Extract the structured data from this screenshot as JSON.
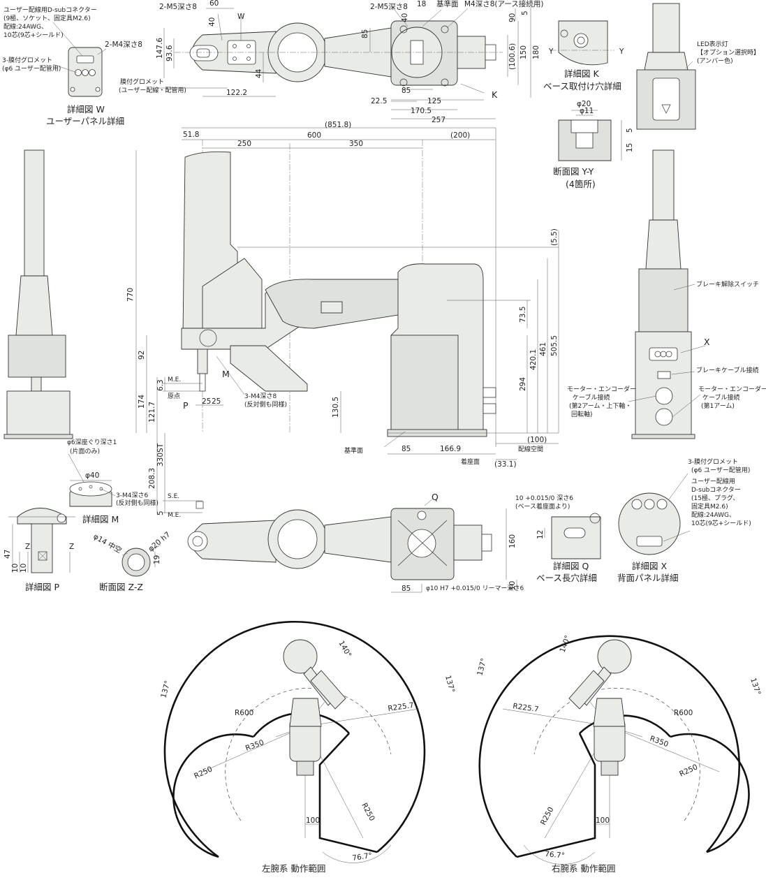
{
  "detail_w": {
    "callout_dsub": "ユーザー配線用D-subコネクター",
    "callout_dsub_spec1": "(9極、ソケット、固定具M2.6)",
    "callout_dsub_spec2": "配線:24AWG、",
    "callout_dsub_spec3": "10芯(9芯+シールド)",
    "callout_grommet": "3-膜付グロメット",
    "callout_grommet_spec": "(φ6 ユーザー配管用)",
    "callout_m4": "2-M4深さ8",
    "title": "詳細図 W",
    "subtitle": "ユーザーパネル詳細"
  },
  "top_view": {
    "label_w": "W",
    "label_k": "K",
    "m5_left": "2-M5深さ8",
    "m5_right": "2-M5深さ8",
    "ref_surface": "基準面",
    "m4_ground": "M4深さ8(アース接続用)",
    "grommet": "膜付グロメット",
    "grommet_spec": "(ユーザー配線・配管用)",
    "dims": {
      "d60": "60",
      "d40a": "40",
      "d147_6": "147.6",
      "d93_6": "93.6",
      "d44": "44",
      "d122_2": "122.2",
      "d85a": "85",
      "d40b": "40",
      "d18": "18",
      "d90": "90",
      "d5a": "5",
      "d150": "150",
      "d180": "180",
      "d100_6": "(100.6)",
      "d22_5": "22.5",
      "d85b": "85",
      "d125": "125",
      "d170_5": "170.5",
      "d257": "257"
    }
  },
  "detail_k": {
    "y_left": "Y",
    "y_right": "Y",
    "title": "詳細図 K",
    "subtitle": "ベース取付け穴詳細"
  },
  "section_yy": {
    "phi20": "φ20",
    "phi11": "φ11",
    "d5": "5",
    "d15": "15",
    "title": "断面図 Y-Y",
    "subtitle": "(4箇所)"
  },
  "right_top": {
    "led": "LED表示灯",
    "led_option": "【オプション選択時】",
    "led_color": "(アンバー色)"
  },
  "right_side": {
    "brake_switch": "ブレーキ解除スイッチ",
    "label_x": "X",
    "brake_cable": "ブレーキケーブル接続",
    "motor_2nd_1": "モーター・エンコーダー",
    "motor_2nd_2": "ケーブル接続",
    "motor_2nd_3": "(第2アーム・上下軸・",
    "motor_2nd_4": "回転軸)",
    "motor_1st_1": "モーター・エンコーダー",
    "motor_1st_2": "ケーブル接続",
    "motor_1st_3": "(第1アーム)"
  },
  "front_view": {
    "dims": {
      "d851_8": "(851.8)",
      "d51_8": "51.8",
      "d600": "600",
      "d200": "(200)",
      "d250": "250",
      "d350": "350",
      "d5_5": "(5.5)",
      "d770": "770",
      "d73_5": "73.5",
      "d505_5": "505.5",
      "d461": "461",
      "d420_1": "420.1",
      "d294": "294",
      "d92": "92",
      "d6_3": "6.3",
      "d174": "174",
      "d121_7": "121.7",
      "d130_5": "130.5",
      "d25a": "25",
      "d25b": "25",
      "d330st": "330ST",
      "d208_3": "208.3",
      "d5b": "5",
      "d85": "85",
      "d166_9": "166.9",
      "d100": "(100)",
      "d33_1": "(33.1)"
    },
    "me_top": "M.E.",
    "origin": "原点",
    "label_m": "M",
    "label_p": "P",
    "m4_note": "3-M4深さ8",
    "m4_note2": "(反対側も同様)",
    "se": "S.E.",
    "me_bottom": "M.E.",
    "ref_surface": "基準面",
    "seat_surface": "着座面",
    "wiring_space": "配線空間"
  },
  "detail_m": {
    "counterbore": "φ6深座ぐり深さ1",
    "counterbore_note": "(片面のみ)",
    "phi40": "φ40",
    "m4": "3-M4深さ6",
    "m4_note": "(反対側も同様)",
    "title": "詳細図 M"
  },
  "detail_p": {
    "z1": "Z",
    "z2": "Z",
    "d47": "47",
    "d10a": "10",
    "d10b": "10",
    "title": "詳細図 P"
  },
  "section_zz": {
    "phi14": "φ14 中空",
    "phi20h7": "φ20 h7",
    "d19": "19",
    "title": "断面図 Z-Z"
  },
  "bottom_view": {
    "label_q": "Q",
    "d160": "160",
    "d85": "85",
    "d10": "10",
    "reamer": "φ10 H7 +0.015/0 リーマー深さ6"
  },
  "detail_q": {
    "slot": "10 +0.015/0 深さ6",
    "slot_note": "(ベース着座面より)",
    "d12": "12",
    "title": "詳細図 Q",
    "subtitle": "ベース長穴詳細"
  },
  "detail_x": {
    "grommet": "3-膜付グロメット",
    "grommet_spec": "(φ6 ユーザー配管用)",
    "dsub": "ユーザー配線用",
    "dsub2": "D-subコネクター",
    "dsub3": "(15極、プラグ、",
    "dsub4": "固定具M2.6)",
    "dsub5": "配線:24AWG、",
    "dsub6": "10芯(9芯+シールド)",
    "title": "詳細図 X",
    "subtitle": "背面パネル詳細"
  },
  "range_left": {
    "a140": "140°",
    "a137l": "137°",
    "a137r": "137°",
    "r600": "R600",
    "r225_7": "R225.7",
    "r350": "R350",
    "r250a": "R250",
    "r250b": "R250",
    "d100": "100",
    "a76_7": "76.7°",
    "title": "左腕系 動作範囲"
  },
  "range_right": {
    "a140": "140°",
    "a137l": "137°",
    "a137r": "137°",
    "r600": "R600",
    "r225_7": "R225.7",
    "r350": "R350",
    "r250a": "R250",
    "r250b": "R250",
    "d100": "100",
    "a76_7": "76.7°",
    "title": "右腕系 動作範囲"
  }
}
